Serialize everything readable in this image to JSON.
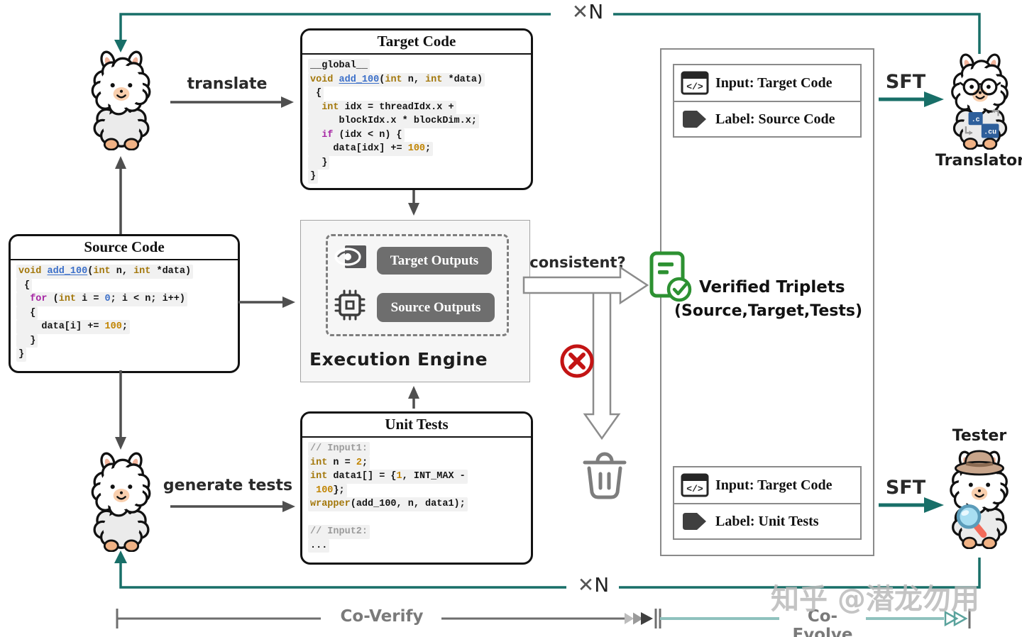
{
  "palette": {
    "teal": "#186f68",
    "teal_light": "#8fc2be",
    "arrow_gray": "#4f4f4f",
    "outline_gray": "#8a8a8a",
    "red": "#c31414",
    "green": "#2d9132",
    "code_keyword": "#a3770a",
    "code_function": "#3b6fc9",
    "code_control": "#a626a4",
    "code_number": "#c18401",
    "badge_blue": "#2e5f9b"
  },
  "loop": {
    "top_times": "✕",
    "top_n": "N",
    "bottom_times": "✕",
    "bottom_n": "N"
  },
  "actors": {
    "translate_label": "translate",
    "generate_label": "generate tests",
    "translator_name": "Translator",
    "tester_name": "Tester",
    "sft_top": "SFT",
    "sft_bottom": "SFT",
    "badge_c": ".c",
    "badge_cu": ".cu"
  },
  "target_box": {
    "title": "Target Code",
    "lines": [
      [
        [
          "plain",
          "__global__"
        ]
      ],
      [
        [
          "kw",
          "void"
        ],
        [
          "plain",
          " "
        ],
        [
          "fn",
          "add_100"
        ],
        [
          "plain",
          "("
        ],
        [
          "kw",
          "int"
        ],
        [
          "plain",
          " n, "
        ],
        [
          "kw",
          "int"
        ],
        [
          "plain",
          " *data)"
        ]
      ],
      [
        [
          "plain",
          " {"
        ]
      ],
      [
        [
          "plain",
          "  "
        ],
        [
          "kw",
          "int"
        ],
        [
          "plain",
          " idx = threadIdx.x +"
        ]
      ],
      [
        [
          "plain",
          "     blockIdx.x * blockDim.x;"
        ]
      ],
      [
        [
          "plain",
          "  "
        ],
        [
          "ctrl",
          "if"
        ],
        [
          "plain",
          " (idx < n) {"
        ]
      ],
      [
        [
          "plain",
          "    data[idx] += "
        ],
        [
          "num",
          "100"
        ],
        [
          "plain",
          ";"
        ]
      ],
      [
        [
          "plain",
          "  }"
        ]
      ],
      [
        [
          "plain",
          "}"
        ]
      ]
    ]
  },
  "source_box": {
    "title": "Source Code",
    "lines": [
      [
        [
          "kw",
          "void"
        ],
        [
          "plain",
          " "
        ],
        [
          "fn",
          "add_100"
        ],
        [
          "plain",
          "("
        ],
        [
          "kw",
          "int"
        ],
        [
          "plain",
          " n, "
        ],
        [
          "kw",
          "int"
        ],
        [
          "plain",
          " *data)"
        ]
      ],
      [
        [
          "plain",
          " {"
        ]
      ],
      [
        [
          "plain",
          "  "
        ],
        [
          "ctrl",
          "for"
        ],
        [
          "plain",
          " ("
        ],
        [
          "kw",
          "int"
        ],
        [
          "plain",
          " i = "
        ],
        [
          "numb",
          "0"
        ],
        [
          "plain",
          "; i < n; i++)"
        ]
      ],
      [
        [
          "plain",
          "  {"
        ]
      ],
      [
        [
          "plain",
          "    data[i] += "
        ],
        [
          "num",
          "100"
        ],
        [
          "plain",
          ";"
        ]
      ],
      [
        [
          "plain",
          "  }"
        ]
      ],
      [
        [
          "plain",
          "}"
        ]
      ]
    ]
  },
  "tests_box": {
    "title": "Unit Tests",
    "lines": [
      [
        [
          "cmt",
          "// Input1:"
        ]
      ],
      [
        [
          "kw",
          "int"
        ],
        [
          "plain",
          " n = "
        ],
        [
          "num",
          "2"
        ],
        [
          "plain",
          ";"
        ]
      ],
      [
        [
          "kw",
          "int"
        ],
        [
          "plain",
          " data1[] = {"
        ],
        [
          "num",
          "1"
        ],
        [
          "plain",
          ", INT_MAX -"
        ]
      ],
      [
        [
          "plain",
          " "
        ],
        [
          "num",
          "100"
        ],
        [
          "plain",
          "};"
        ]
      ],
      [
        [
          "kw",
          "wrapper"
        ],
        [
          "plain",
          "(add_100, n, data1);"
        ]
      ],
      [],
      [
        [
          "cmt",
          "// Input2:"
        ]
      ],
      [
        [
          "plain",
          "..."
        ]
      ]
    ]
  },
  "engine": {
    "title": "Execution Engine",
    "target_button": "Target Outputs",
    "source_button": "Source Outputs"
  },
  "decision": {
    "question": "consistent?",
    "verified_line1": "Verified Triplets",
    "verified_line2": "(Source,Target,Tests)"
  },
  "panel": {
    "top": {
      "input": "Input: Target Code",
      "label": "Label: Source Code"
    },
    "bottom": {
      "input": "Input: Target Code",
      "label": "Label: Unit Tests"
    }
  },
  "timeline": {
    "co_verify": "Co-Verify",
    "co_evolve": "Co-Evolve"
  },
  "icons": {
    "code_window_glyph": "</>"
  },
  "watermark": "知乎 @潜龙勿用"
}
